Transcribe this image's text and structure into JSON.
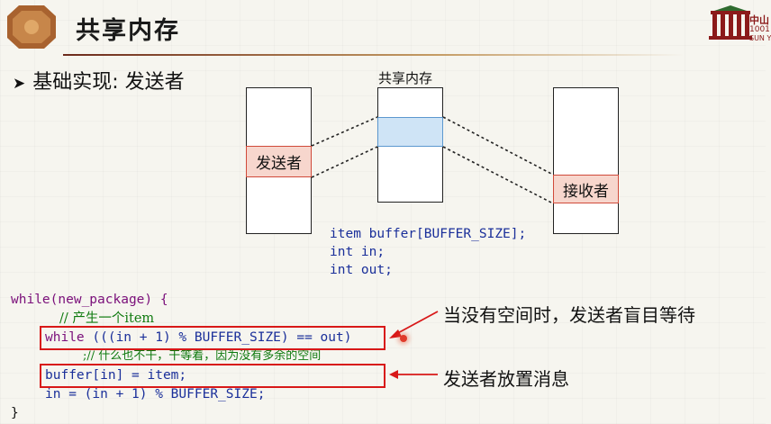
{
  "header": {
    "title": "共享内存",
    "logo_line1": "中山",
    "logo_line2": "1001",
    "logo_line3": "SUN Y"
  },
  "bullet": {
    "text": "基础实现: 发送者"
  },
  "diagram": {
    "shared_memory_label": "共享内存",
    "sender_label": "发送者",
    "receiver_label": "接收者",
    "decl_line1": "item buffer[BUFFER_SIZE];",
    "decl_line2": "int in;",
    "decl_line3": "int out;"
  },
  "code": {
    "line1": "while(new_package) {",
    "line2": "// 产生一个item",
    "line3_kw": "while",
    "line3_rest": " (((in + 1) % BUFFER_SIZE) == out)",
    "line4": ";// 什么也不干，干等着，因为没有多余的空间",
    "line5": "buffer[in] = item;",
    "line6": "in = (in + 1) % BUFFER_SIZE;",
    "line7": "}"
  },
  "annotations": {
    "busy_wait": "当没有空间时，发送者盲目等待",
    "place_message": "发送者放置消息"
  },
  "colors": {
    "highlight_box": "#d81818",
    "sender_cell": "#f7d6cd",
    "shared_cell": "#cfe4f6"
  }
}
